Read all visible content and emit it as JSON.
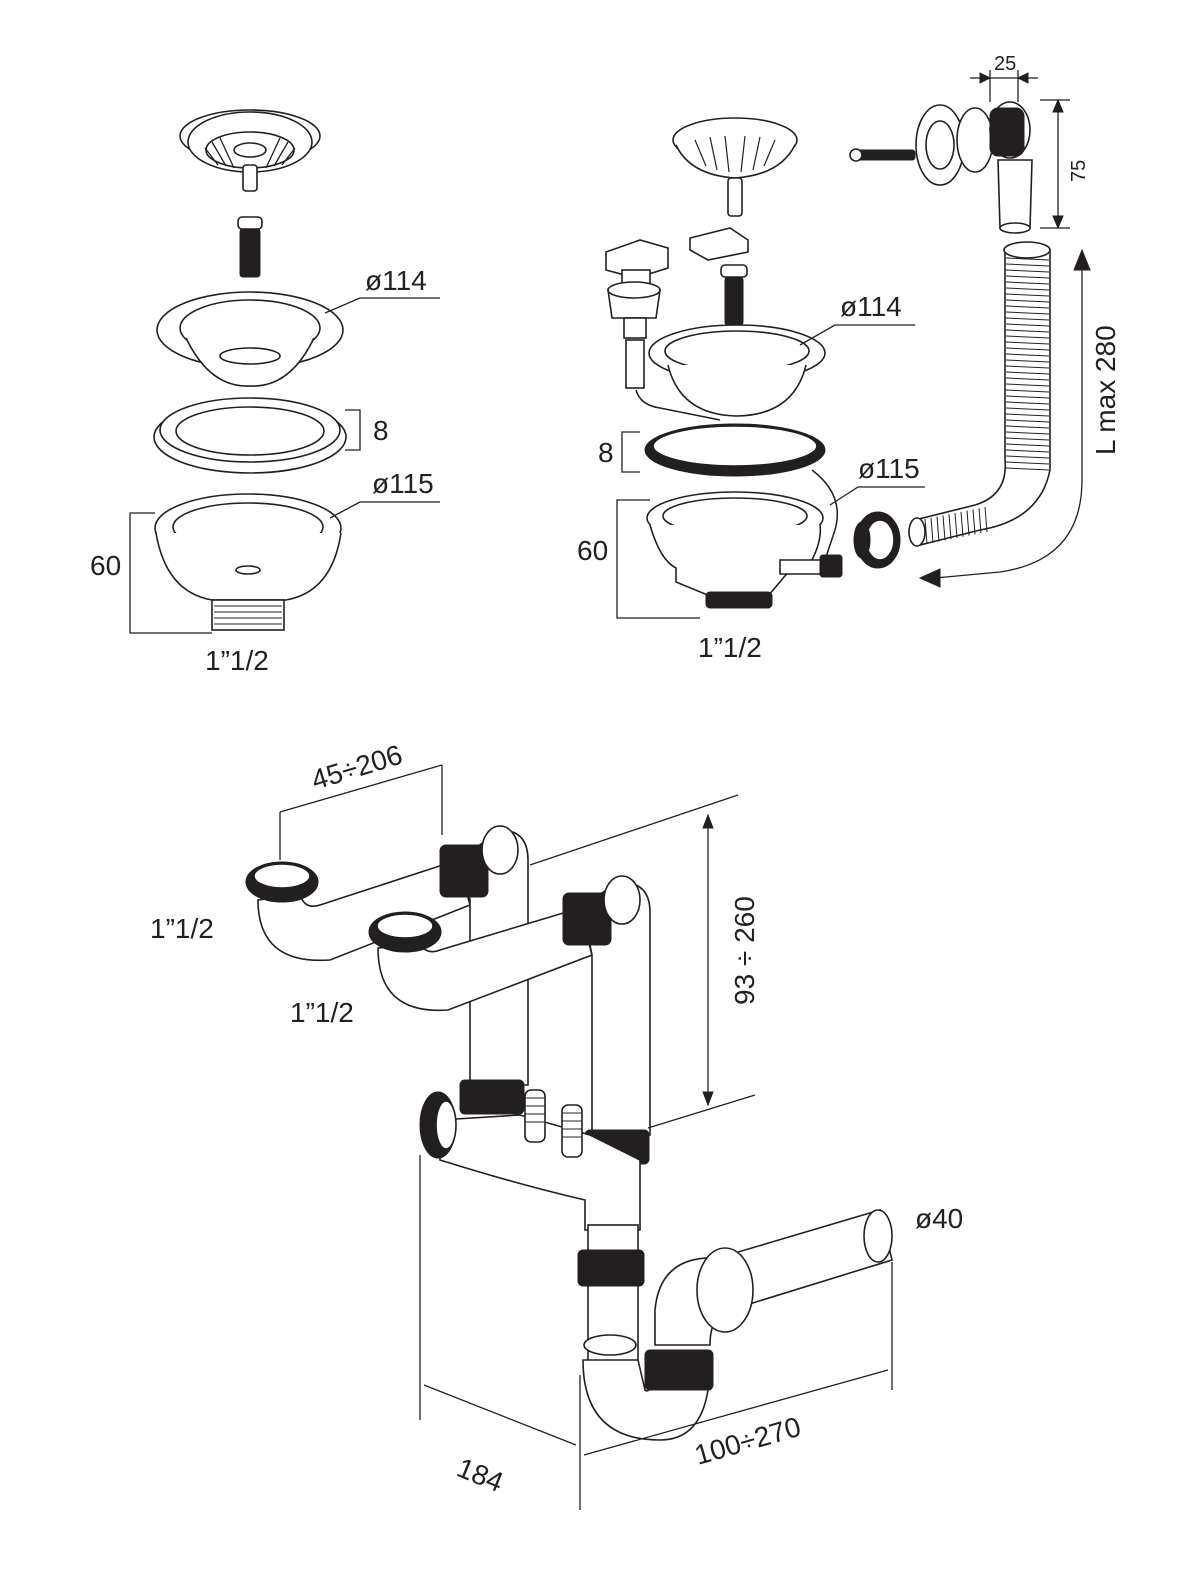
{
  "colors": {
    "ink": "#231f20",
    "background": "#ffffff"
  },
  "basket_left": {
    "diameter_top": "ø114",
    "gasket_height": "8",
    "diameter_body": "ø115",
    "body_height": "60",
    "thread": "1”1/2"
  },
  "basket_right": {
    "diameter_top": "ø114",
    "gasket_height": "8",
    "diameter_body": "ø115",
    "body_height": "60",
    "thread": "1”1/2"
  },
  "overflow": {
    "width": "25",
    "height": "75",
    "hose_length": "L max 280"
  },
  "trap": {
    "offset_range": "45÷206",
    "inlet_left": "1”1/2",
    "inlet_right": "1”1/2",
    "height_range": "93 ÷ 260",
    "outlet_diameter": "ø40",
    "depth": "184",
    "outlet_range": "100÷270"
  }
}
